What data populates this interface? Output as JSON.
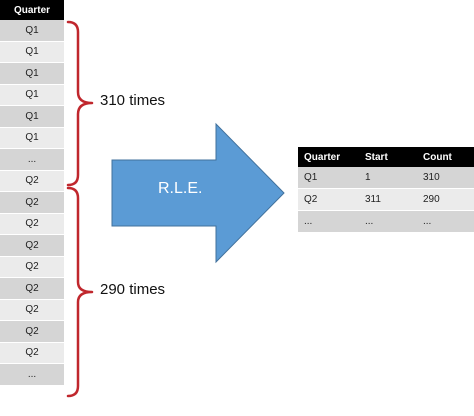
{
  "left_table": {
    "header": "Quarter",
    "cells": [
      "Q1",
      "Q1",
      "Q1",
      "Q1",
      "Q1",
      "Q1",
      "...",
      "Q2",
      "Q2",
      "Q2",
      "Q2",
      "Q2",
      "Q2",
      "Q2",
      "Q2",
      "Q2",
      "..."
    ]
  },
  "braces": {
    "top_label": "310 times",
    "bottom_label": "290 times",
    "color": "#c0272d"
  },
  "arrow": {
    "label": "R.L.E.",
    "color": "#5b9bd5"
  },
  "result_table": {
    "headers": [
      "Quarter",
      "Start",
      "Count"
    ],
    "rows": [
      [
        "Q1",
        "1",
        "310"
      ],
      [
        "Q2",
        "311",
        "290"
      ],
      [
        "...",
        "...",
        "..."
      ]
    ]
  }
}
